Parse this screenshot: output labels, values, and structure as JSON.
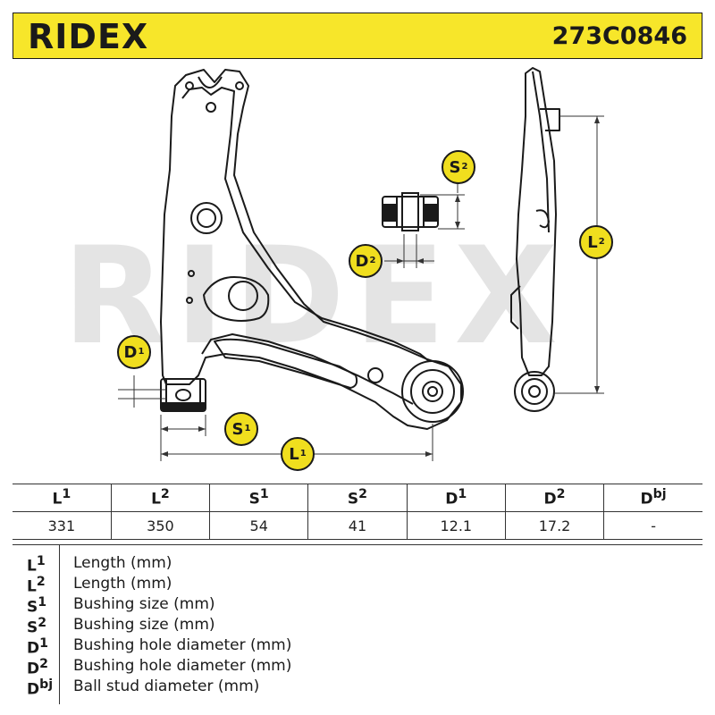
{
  "header": {
    "brand": "RIDEX",
    "part_number": "273C0846",
    "background": "#f7e62a"
  },
  "watermark": "RIDEX",
  "badges": {
    "s2": {
      "letter": "S",
      "sup": "2"
    },
    "d2": {
      "letter": "D",
      "sup": "2"
    },
    "l2": {
      "letter": "L",
      "sup": "2"
    },
    "d1": {
      "letter": "D",
      "sup": "1"
    },
    "s1": {
      "letter": "S",
      "sup": "1"
    },
    "l1": {
      "letter": "L",
      "sup": "1"
    },
    "color": "#f0de1e"
  },
  "table": {
    "headers": [
      {
        "main": "L",
        "sup": "1"
      },
      {
        "main": "L",
        "sup": "2"
      },
      {
        "main": "S",
        "sup": "1"
      },
      {
        "main": "S",
        "sup": "2"
      },
      {
        "main": "D",
        "sup": "1"
      },
      {
        "main": "D",
        "sup": "2"
      },
      {
        "main": "D",
        "sup": "bj"
      }
    ],
    "values": [
      "331",
      "350",
      "54",
      "41",
      "12.1",
      "17.2",
      "-"
    ]
  },
  "legend": [
    {
      "main": "L",
      "sup": "1",
      "desc": "Length (mm)"
    },
    {
      "main": "L",
      "sup": "2",
      "desc": "Length (mm)"
    },
    {
      "main": "S",
      "sup": "1",
      "desc": "Bushing size (mm)"
    },
    {
      "main": "S",
      "sup": "2",
      "desc": "Bushing size (mm)"
    },
    {
      "main": "D",
      "sup": "1",
      "desc": "Bushing hole diameter (mm)"
    },
    {
      "main": "D",
      "sup": "2",
      "desc": "Bushing hole diameter (mm)"
    },
    {
      "main": "D",
      "sup": "bj",
      "desc": "Ball stud diameter (mm)"
    }
  ]
}
